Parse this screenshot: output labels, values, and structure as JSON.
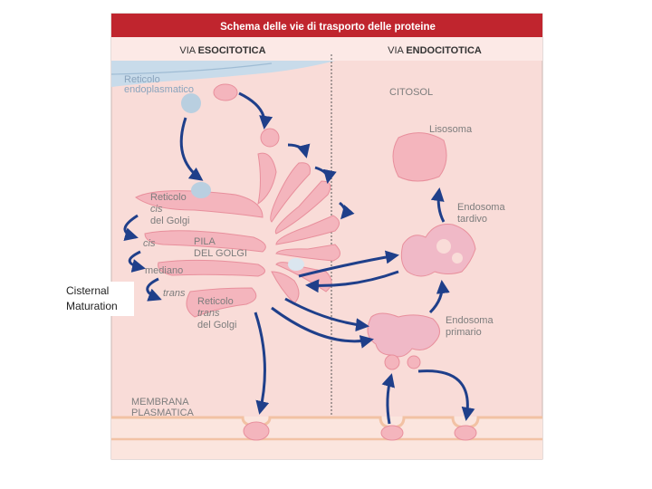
{
  "title": "Schema delle vie di trasporto delle proteine",
  "columns": {
    "left_prefix": "VIA ",
    "left_bold": "ESOCITOTICA",
    "right_prefix": "VIA ",
    "right_bold": "ENDOCITOTICA"
  },
  "labels": {
    "er_line1": "Reticolo",
    "er_line2": "endoplasmatico",
    "cytosol": "CITOSOL",
    "lysosome": "Lisosoma",
    "cis_golgi_1": "Reticolo",
    "cis_golgi_2": "cis",
    "cis_golgi_3": "del Golgi",
    "cis": "cis",
    "stack_1": "PILA",
    "stack_2": "DEL GOLGI",
    "medial": "mediano",
    "trans": "trans",
    "trans_golgi_1": "Reticolo",
    "trans_golgi_2": "trans",
    "trans_golgi_3": "del Golgi",
    "late_endo_1": "Endosoma",
    "late_endo_2": "tardivo",
    "early_endo_1": "Endosoma",
    "early_endo_2": "primario",
    "membrane_1": "MEMBRANA",
    "membrane_2": "PLASMATICA"
  },
  "side_label": "Cisternal\nMaturation",
  "colors": {
    "header": "#c0252e",
    "background": "#f9dcd8",
    "column_band": "#fce9e6",
    "organelle": "#f4b5bd",
    "organelle_stroke": "#e88f9c",
    "vesicle_blue": "#b9cfe0",
    "arrow": "#1f3f8a",
    "label_gray": "#7d7d7d",
    "membrane": "#f2c2a4"
  }
}
